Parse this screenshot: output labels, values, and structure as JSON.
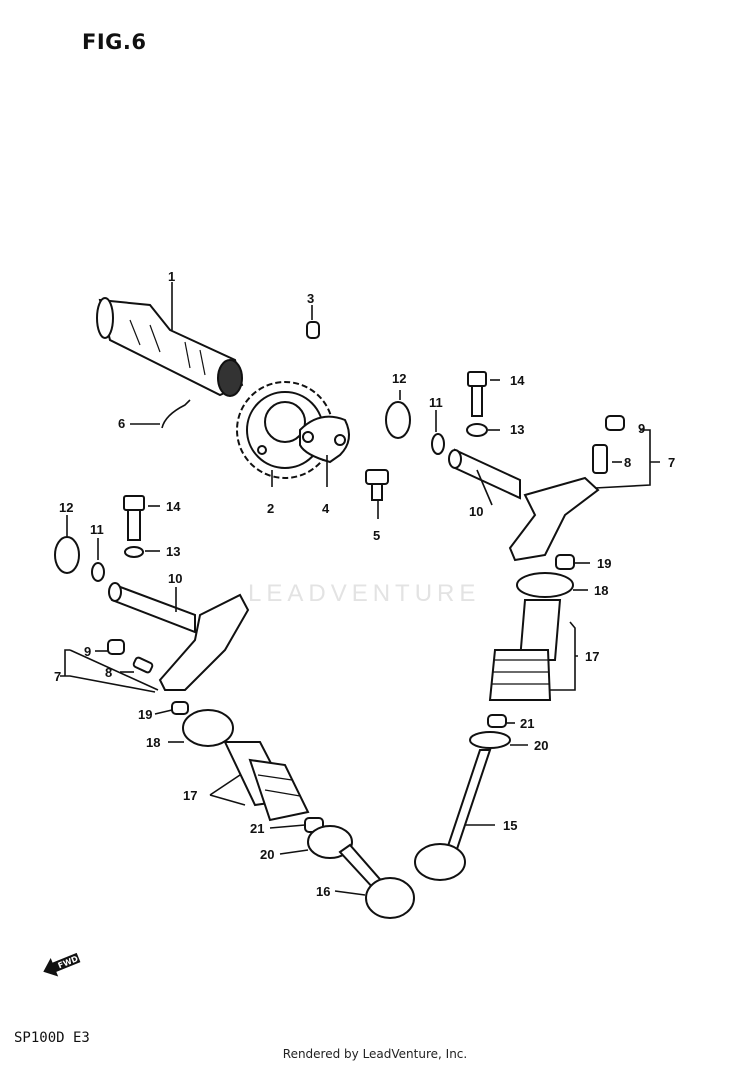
{
  "figure_title": "FIG.6",
  "model_code": "SP100D E3",
  "footer_text": "Rendered by LeadVenture, Inc.",
  "watermark_text": "LEADVENTURE",
  "forward_arrow_label": "FWD",
  "callouts": [
    {
      "id": "1",
      "part": "camshaft"
    },
    {
      "id": "2",
      "part": "cam-sprocket"
    },
    {
      "id": "3",
      "part": "dowel-pin"
    },
    {
      "id": "4",
      "part": "plate"
    },
    {
      "id": "5",
      "part": "sprocket-bolt"
    },
    {
      "id": "6",
      "part": "clip"
    },
    {
      "id": "7",
      "part": "rocker-arm"
    },
    {
      "id": "8",
      "part": "adjuster-screw"
    },
    {
      "id": "9",
      "part": "lock-nut"
    },
    {
      "id": "10",
      "part": "rocker-shaft"
    },
    {
      "id": "11",
      "part": "o-ring"
    },
    {
      "id": "12",
      "part": "washer"
    },
    {
      "id": "13",
      "part": "gasket"
    },
    {
      "id": "14",
      "part": "shaft-bolt"
    },
    {
      "id": "15",
      "part": "exhaust-valve"
    },
    {
      "id": "16",
      "part": "intake-valve"
    },
    {
      "id": "17",
      "part": "valve-springs"
    },
    {
      "id": "18",
      "part": "spring-retainer"
    },
    {
      "id": "19",
      "part": "cotter"
    },
    {
      "id": "20",
      "part": "spring-seat"
    },
    {
      "id": "21",
      "part": "oil-seal"
    }
  ]
}
